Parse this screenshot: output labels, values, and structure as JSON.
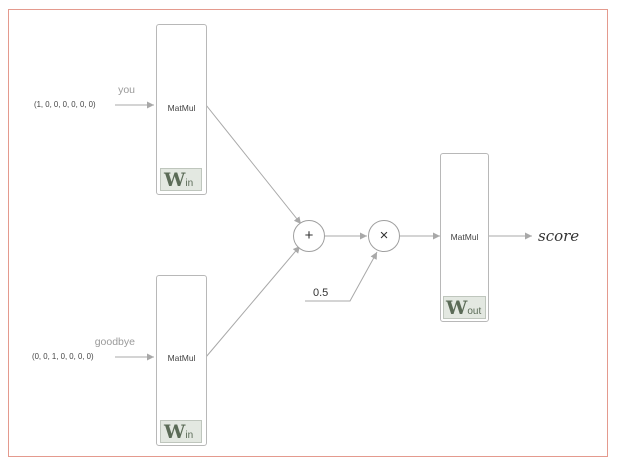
{
  "inputs": [
    {
      "word": "you",
      "vector": "(1, 0, 0, 0, 0, 0, 0)"
    },
    {
      "word": "goodbye",
      "vector": "(0, 0, 1, 0, 0, 0, 0)"
    }
  ],
  "layers": {
    "in_top": {
      "op": "MatMul",
      "weight": "W",
      "weight_sub": "in"
    },
    "in_bottom": {
      "op": "MatMul",
      "weight": "W",
      "weight_sub": "in"
    },
    "out": {
      "op": "MatMul",
      "weight": "W",
      "weight_sub": "out"
    }
  },
  "operators": {
    "add": "+",
    "multiply": "×"
  },
  "scalar": "0.5",
  "output": "score",
  "colors": {
    "frame": "#e49a8e",
    "arrow": "#a8a8a8",
    "weight_bg": "#e3e8e1"
  }
}
